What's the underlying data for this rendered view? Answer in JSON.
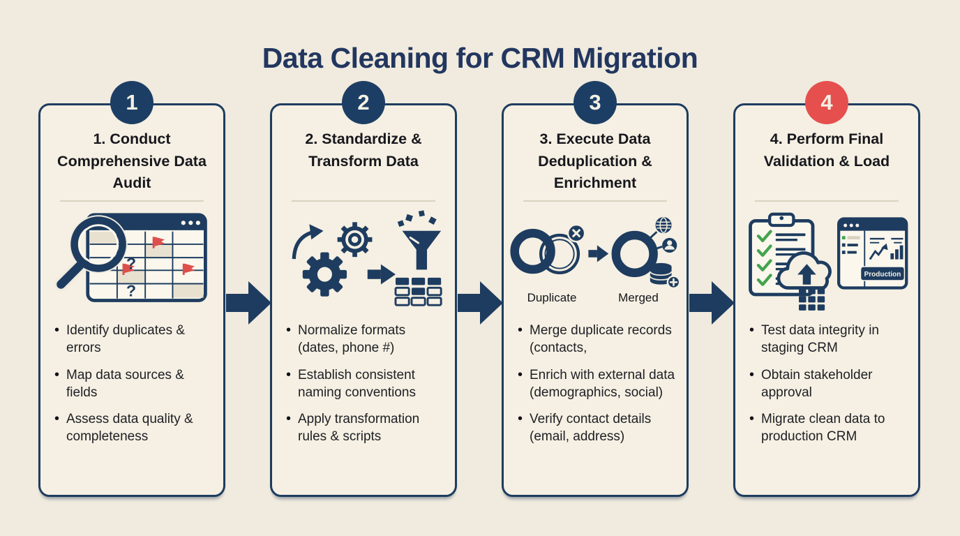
{
  "title": "Data Cleaning for CRM Migration",
  "colors": {
    "background": "#f0ebde",
    "card_background": "#f5f0e3",
    "navy": "#1e3c5f",
    "badge_navy": "#1d3e64",
    "badge_red": "#e5504e",
    "flag_red": "#dd4f4c",
    "check_green": "#43a44e",
    "divider": "#d9d2c0",
    "title_text": "#22365f",
    "body_text": "#1e1e24"
  },
  "steps": [
    {
      "number": "1",
      "title": "1. Conduct Comprehensive Data Audit",
      "icon": "magnifier-spreadsheet-audit-icon",
      "bullets": [
        "Identify duplicates & errors",
        "Map data sources & fields",
        "Assess data quality & completeness"
      ]
    },
    {
      "number": "2",
      "title": "2. Standardize & Transform Data",
      "icon": "gears-funnel-transform-icon",
      "bullets": [
        "Normalize formats (dates, phone #)",
        "Establish consistent naming conventions",
        "Apply transformation rules & scripts"
      ]
    },
    {
      "number": "3",
      "title": "3. Execute Data Deduplication & Enrichment",
      "icon": "duplicate-merge-enrich-icon",
      "icon_labels": {
        "duplicate": "Duplicate",
        "merged": "Merged"
      },
      "bullets": [
        "Merge duplicate records (contacts,",
        "Enrich with external data (demographics, social)",
        "Verify contact details (email, address)"
      ]
    },
    {
      "number": "4",
      "title": "4. Perform Final Validation & Load",
      "icon": "checklist-cloud-production-icon",
      "icon_labels": {
        "production": "Production"
      },
      "bullets": [
        "Test data integrity in staging CRM",
        "Obtain stakeholder approval",
        "Migrate clean data to production CRM"
      ]
    }
  ]
}
